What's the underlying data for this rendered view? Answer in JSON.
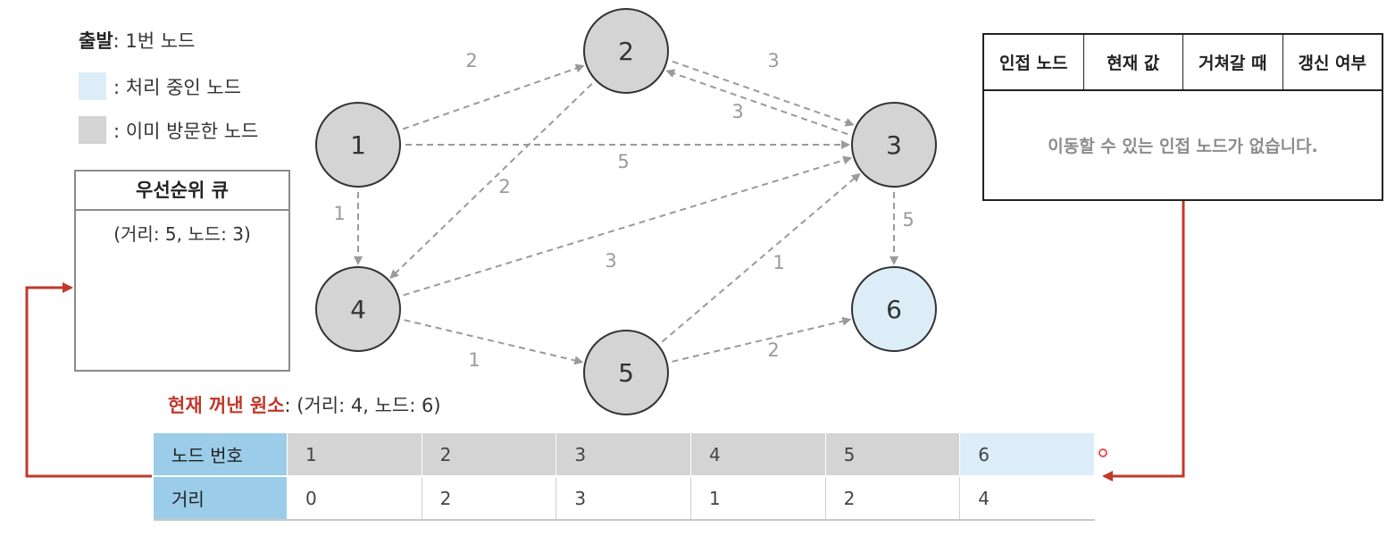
{
  "legend": {
    "start_label": "출발",
    "start_value": ": 1번 노드",
    "processing": ": 처리 중인 노드",
    "visited": ": 이미 방문한 노드"
  },
  "colors": {
    "visited": "#d4d4d4",
    "processing": "#dcedf8",
    "header": "#9bcde8",
    "arrow_red": "#c0392b",
    "edge": "#9a9a9a"
  },
  "priority_queue": {
    "title": "우선순위 큐",
    "items": [
      "(거리: 5, 노드: 3)"
    ]
  },
  "graph": {
    "nodes": [
      {
        "id": "1",
        "state": "visited"
      },
      {
        "id": "2",
        "state": "visited"
      },
      {
        "id": "3",
        "state": "visited"
      },
      {
        "id": "4",
        "state": "visited"
      },
      {
        "id": "5",
        "state": "visited"
      },
      {
        "id": "6",
        "state": "processing"
      }
    ],
    "edges": [
      {
        "from": "1",
        "to": "2",
        "weight": "2"
      },
      {
        "from": "1",
        "to": "3",
        "weight": "5"
      },
      {
        "from": "1",
        "to": "4",
        "weight": "1"
      },
      {
        "from": "2",
        "to": "3",
        "weight": "3"
      },
      {
        "from": "3",
        "to": "2",
        "weight": "3"
      },
      {
        "from": "2",
        "to": "4",
        "weight": "2"
      },
      {
        "from": "4",
        "to": "3",
        "weight": "3"
      },
      {
        "from": "4",
        "to": "5",
        "weight": "1"
      },
      {
        "from": "5",
        "to": "3",
        "weight": "1"
      },
      {
        "from": "5",
        "to": "6",
        "weight": "2"
      },
      {
        "from": "3",
        "to": "6",
        "weight": "5"
      }
    ]
  },
  "info_table": {
    "headers": [
      "인접 노드",
      "현재 값",
      "거쳐갈 때",
      "갱신 여부"
    ],
    "empty_message": "이동할 수 있는 인접 노드가 없습니다."
  },
  "current": {
    "label": "현재 꺼낸 원소",
    "value": ": (거리: 4, 노드: 6)"
  },
  "distance_table": {
    "row_headers": [
      "노드 번호",
      "거리"
    ],
    "nodes": [
      "1",
      "2",
      "3",
      "4",
      "5",
      "6"
    ],
    "distances": [
      "0",
      "2",
      "3",
      "1",
      "2",
      "4"
    ],
    "node_states": [
      "visited",
      "visited",
      "visited",
      "visited",
      "visited",
      "processing"
    ]
  }
}
